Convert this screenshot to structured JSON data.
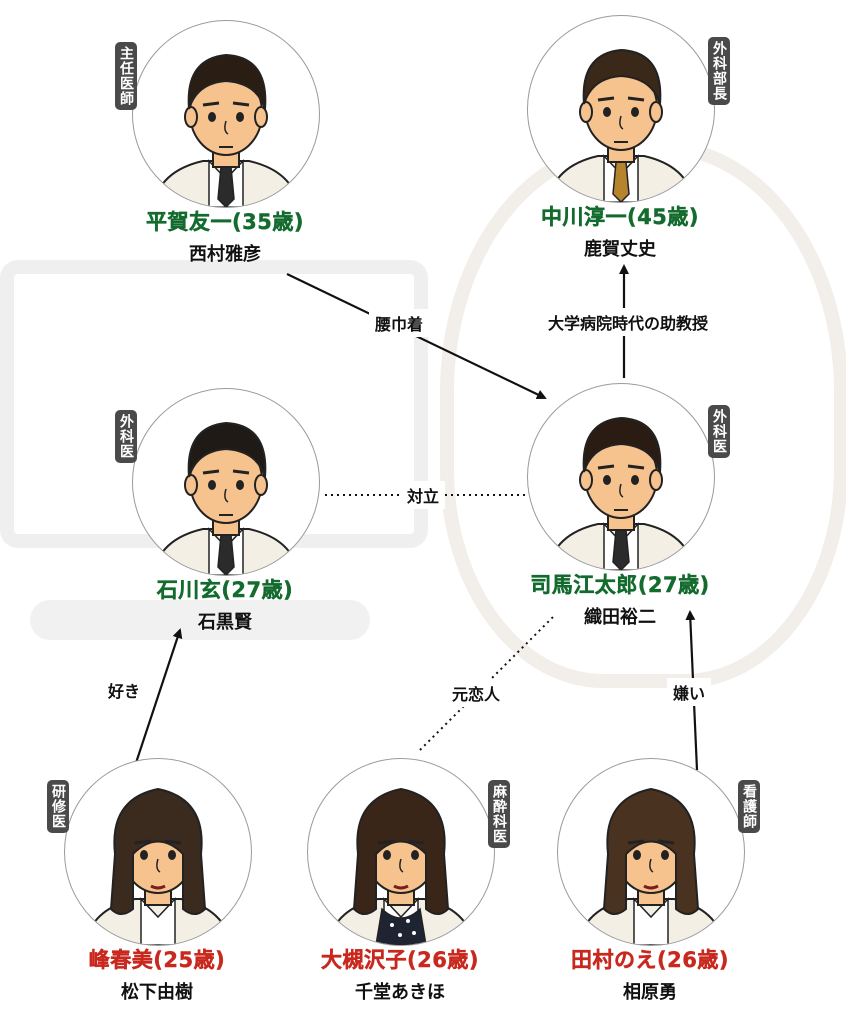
{
  "characters": [
    {
      "id": "hiraga",
      "role": "主任医師",
      "name": "平賀友一(35歳)",
      "actor": "西村雅彦",
      "name_color": "green",
      "hair": "#2a1d14",
      "tie": "#2b2b2b"
    },
    {
      "id": "nakagawa",
      "role": "外科部長",
      "name": "中川淳一(45歳)",
      "actor": "鹿賀丈史",
      "name_color": "green",
      "hair": "#3a2819",
      "tie": "#b5842d"
    },
    {
      "id": "ishikawa",
      "role": "外科医",
      "name": "石川玄(27歳)",
      "actor": "石黒賢",
      "name_color": "green",
      "hair": "#1f1a16",
      "tie": "#2b2b2b"
    },
    {
      "id": "shiba",
      "role": "外科医",
      "name": "司馬江太郎(27歳)",
      "actor": "織田裕二",
      "name_color": "green",
      "hair": "#2a1c12",
      "tie": "#2b2b2b"
    },
    {
      "id": "mine",
      "role": "研修医",
      "name": "峰春美(25歳)",
      "actor": "松下由樹",
      "name_color": "red",
      "hair": "#3b2a1e",
      "tie": ""
    },
    {
      "id": "otsuki",
      "role": "麻酔科医",
      "name": "大槻沢子(26歳)",
      "actor": "千堂あきほ",
      "name_color": "red",
      "hair": "#3a2618",
      "tie": ""
    },
    {
      "id": "tamura",
      "role": "看護師",
      "name": "田村のえ(26歳)",
      "actor": "相原勇",
      "name_color": "red",
      "hair": "#4a3220",
      "tie": ""
    }
  ],
  "relations": [
    {
      "from": "hiraga",
      "to": "shiba",
      "label": "腰巾着",
      "style": "arrow"
    },
    {
      "from": "shiba",
      "to": "nakagawa",
      "label": "大学病院時代の助教授",
      "style": "arrow"
    },
    {
      "from": "ishikawa",
      "to": "shiba",
      "label": "対立",
      "style": "dotted"
    },
    {
      "from": "mine",
      "to": "ishikawa",
      "label": "好き",
      "style": "arrow"
    },
    {
      "from": "otsuki",
      "to": "shiba",
      "label": "元恋人",
      "style": "dotted"
    },
    {
      "from": "tamura",
      "to": "shiba",
      "label": "嫌い",
      "style": "arrow"
    }
  ]
}
